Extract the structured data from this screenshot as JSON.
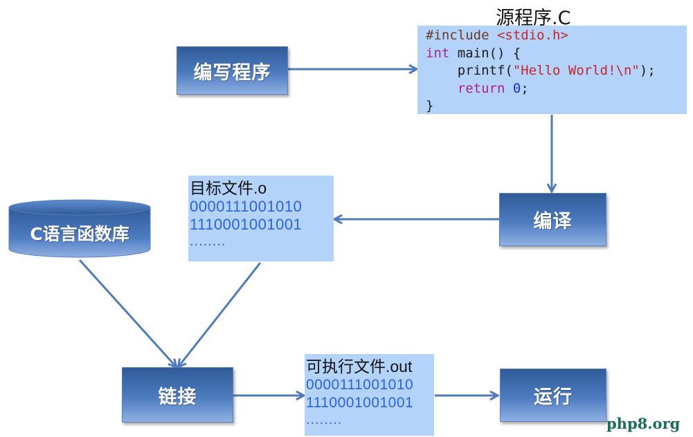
{
  "diagram": {
    "title": "C program compilation flow",
    "colors": {
      "node_fill_top": "#2f5b98",
      "node_fill_bottom": "#8fb0e3",
      "panel_fill": "#b3d3fb",
      "arrow": "#4f7bbd",
      "binary_text": "#2b63e0",
      "watermark": "#1a6b5a"
    },
    "nodes": {
      "write": "编写程序",
      "compile": "编译",
      "link": "链接",
      "run": "运行",
      "library": "C语言函数库"
    },
    "source": {
      "label": "源程序.C",
      "code_lines": [
        {
          "segments": [
            {
              "t": "#include ",
              "c": "pre"
            },
            {
              "t": "<stdio.h>",
              "c": "str"
            }
          ]
        },
        {
          "segments": [
            {
              "t": "int",
              "c": "type"
            },
            {
              "t": " main() {",
              "c": "plain"
            }
          ]
        },
        {
          "segments": [
            {
              "t": "    printf(",
              "c": "plain"
            },
            {
              "t": "\"Hello World!\\n\"",
              "c": "str"
            },
            {
              "t": ");",
              "c": "plain"
            }
          ]
        },
        {
          "segments": [
            {
              "t": "    ",
              "c": "plain"
            },
            {
              "t": "return",
              "c": "type"
            },
            {
              "t": " ",
              "c": "plain"
            },
            {
              "t": "0",
              "c": "num"
            },
            {
              "t": ";",
              "c": "plain"
            }
          ]
        },
        {
          "segments": [
            {
              "t": "}",
              "c": "plain"
            }
          ]
        }
      ]
    },
    "object_file": {
      "title": "目标文件.o",
      "lines": [
        "0000111001010",
        "1110001001001"
      ],
      "ellipsis": "........"
    },
    "executable": {
      "title": "可执行文件.out",
      "lines": [
        "0000111001010",
        "1110001001001"
      ],
      "ellipsis": "........"
    },
    "edges": [
      {
        "from": "write",
        "to": "source"
      },
      {
        "from": "source",
        "to": "compile"
      },
      {
        "from": "compile",
        "to": "object_file"
      },
      {
        "from": "library",
        "to": "link"
      },
      {
        "from": "object_file",
        "to": "link"
      },
      {
        "from": "link",
        "to": "executable"
      },
      {
        "from": "executable",
        "to": "run"
      }
    ],
    "watermark": "php8.org"
  }
}
